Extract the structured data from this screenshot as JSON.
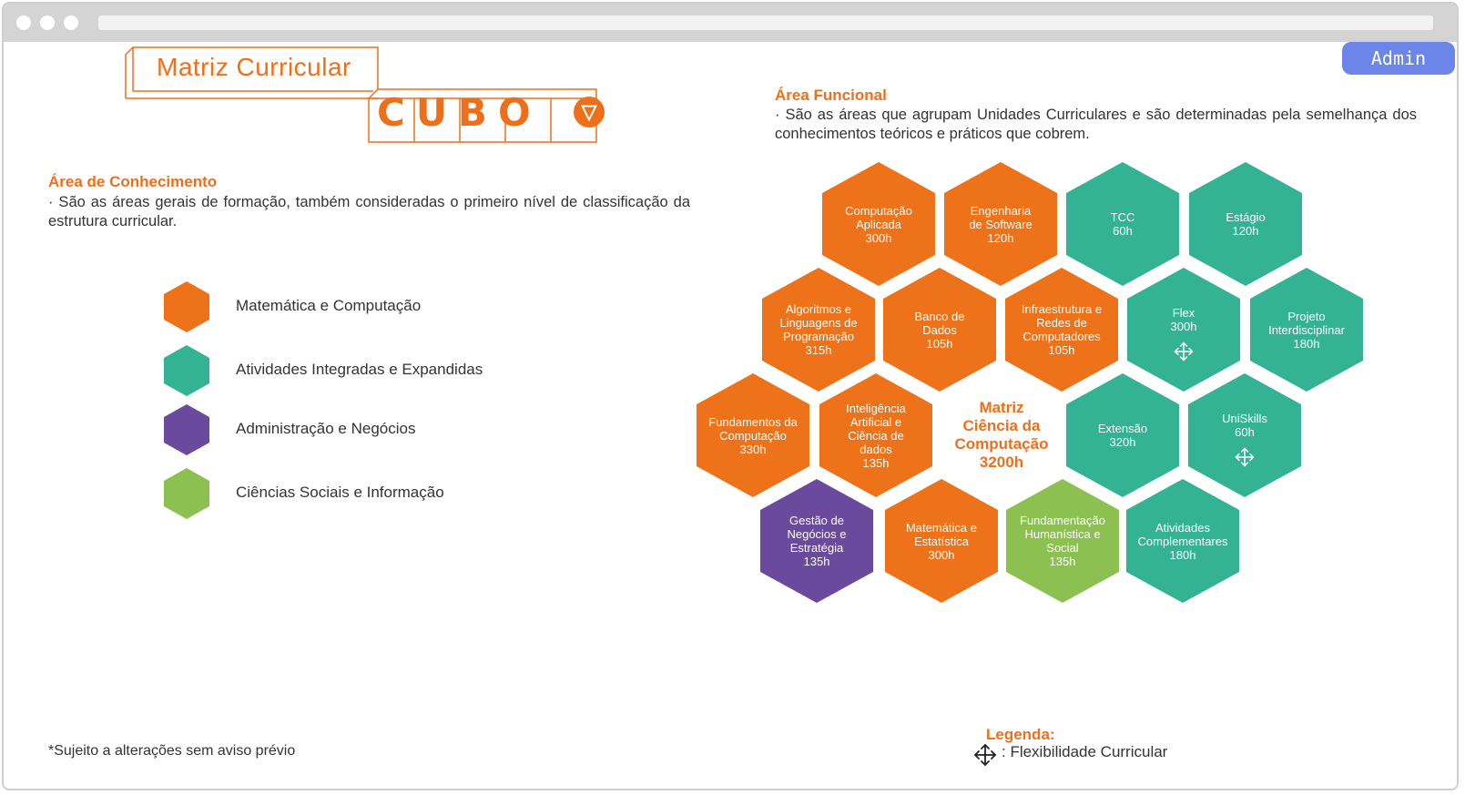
{
  "browser": {
    "admin_label": "Admin"
  },
  "header": {
    "logo_title": "Matriz Curricular",
    "logo_word": "CUBO"
  },
  "area_conhecimento": {
    "title": "Área de Conhecimento",
    "text": "· São as áreas gerais de formação, também consideradas o primeiro nível de classificação da estrutura curricular."
  },
  "area_funcional": {
    "title": "Área Funcional",
    "text": "· São as áreas que agrupam Unidades Curriculares e são determinadas pela semelhança dos conhecimentos teóricos e práticos que cobrem."
  },
  "legend": [
    {
      "label": "Matemática e Computação",
      "color": "#ee7219"
    },
    {
      "label": "Atividades Integradas e Expandidas",
      "color": "#34b394"
    },
    {
      "label": "Administração e Negócios",
      "color": "#6a4a9c"
    },
    {
      "label": "Ciências Sociais e Informação",
      "color": "#8cc152"
    }
  ],
  "colors": {
    "orange": "#ee7219",
    "teal": "#34b394",
    "purple": "#6a4a9c",
    "green": "#8cc152",
    "accent": "#ee6f1a",
    "admin": "#6b86e8"
  },
  "hexes": [
    {
      "lines": [
        "Computação",
        "Aplicada",
        "300h"
      ],
      "area": "orange"
    },
    {
      "lines": [
        "Engenharia",
        "de Software",
        "120h"
      ],
      "area": "orange"
    },
    {
      "lines": [
        "TCC",
        "60h"
      ],
      "area": "teal"
    },
    {
      "lines": [
        "Estágio",
        "120h"
      ],
      "area": "teal"
    },
    {
      "lines": [
        "Algoritmos e",
        "Linguagens de",
        "Programação",
        "315h"
      ],
      "area": "orange"
    },
    {
      "lines": [
        "Banco de",
        "Dados",
        "105h"
      ],
      "area": "orange"
    },
    {
      "lines": [
        "Infraestrutura e",
        "Redes de",
        "Computadores",
        "105h"
      ],
      "area": "orange"
    },
    {
      "lines": [
        "Flex",
        "300h"
      ],
      "area": "teal",
      "flex": true
    },
    {
      "lines": [
        "Projeto",
        "Interdisciplinar",
        "180h"
      ],
      "area": "teal"
    },
    {
      "lines": [
        "Fundamentos da",
        "Computação",
        "330h"
      ],
      "area": "orange"
    },
    {
      "lines": [
        "Inteligência",
        "Artificial e",
        "Ciência de",
        "dados",
        "135h"
      ],
      "area": "orange"
    },
    {
      "lines": [
        "Extensão",
        "320h"
      ],
      "area": "teal"
    },
    {
      "lines": [
        "UniSkills",
        "60h"
      ],
      "area": "teal",
      "flex": true
    },
    {
      "lines": [
        "Gestão de",
        "Negócios e",
        "Estratégia",
        "135h"
      ],
      "area": "purple"
    },
    {
      "lines": [
        "Matemática e",
        "Estatística",
        "300h"
      ],
      "area": "orange"
    },
    {
      "lines": [
        "Fundamentação",
        "Humanística e",
        "Social",
        "135h"
      ],
      "area": "green"
    },
    {
      "lines": [
        "Atividades",
        "Complementares",
        "180h"
      ],
      "area": "teal"
    }
  ],
  "center": {
    "lines": [
      "Matriz",
      "Ciência da",
      "Computação",
      "3200h"
    ]
  },
  "footer": {
    "disclaimer": "*Sujeito a alterações sem aviso prévio",
    "legend_title": "Legenda:",
    "legend_text": ": Flexibilidade Curricular",
    "legend_icon": "flex-arrows-icon"
  }
}
